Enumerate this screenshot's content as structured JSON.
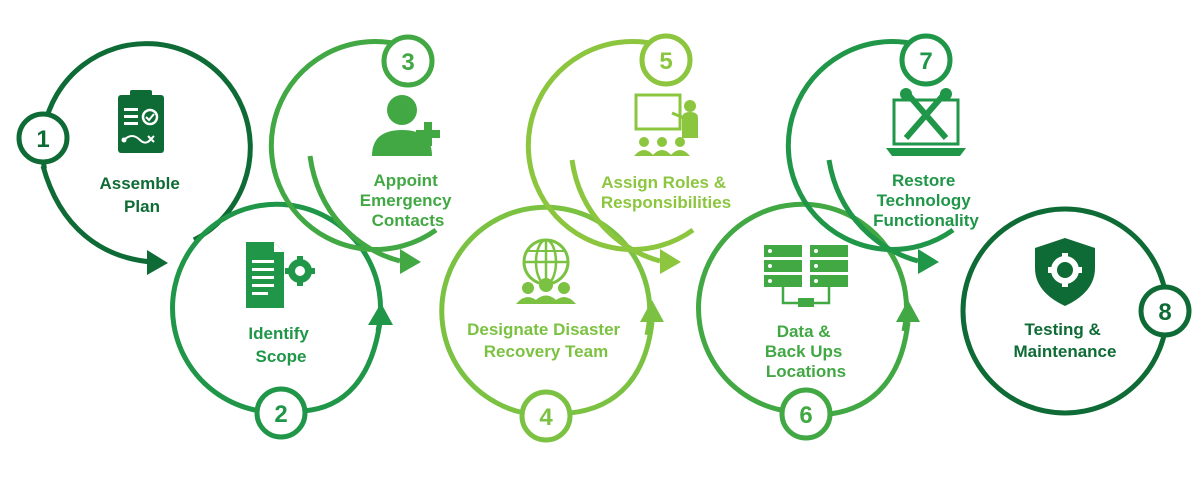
{
  "colors": {
    "dark": "#0f6b35",
    "mid": "#1f9648",
    "green": "#41a843",
    "light": "#7cc242",
    "lime": "#8cc63f"
  },
  "steps": [
    {
      "number": "1",
      "line1": "Assemble",
      "line2": "Plan",
      "line3": "",
      "icon": "clipboard-plan-icon"
    },
    {
      "number": "2",
      "line1": "Identify",
      "line2": "Scope",
      "line3": "",
      "icon": "document-gear-icon"
    },
    {
      "number": "3",
      "line1": "Appoint",
      "line2": "Emergency",
      "line3": "Contacts",
      "icon": "person-plus-icon"
    },
    {
      "number": "4",
      "line1": "Designate Disaster",
      "line2": "Recovery Team",
      "line3": "",
      "icon": "globe-team-icon"
    },
    {
      "number": "5",
      "line1": "Assign Roles &",
      "line2": "Responsibilities",
      "line3": "",
      "icon": "presentation-icon"
    },
    {
      "number": "6",
      "line1": "Data &",
      "line2": "Back Ups",
      "line3": "Locations",
      "icon": "servers-icon"
    },
    {
      "number": "7",
      "line1": "Restore",
      "line2": "Technology",
      "line3": "Functionality",
      "icon": "laptop-tools-icon"
    },
    {
      "number": "8",
      "line1": "Testing &",
      "line2": "Maintenance",
      "line3": "",
      "icon": "shield-gear-icon"
    }
  ]
}
